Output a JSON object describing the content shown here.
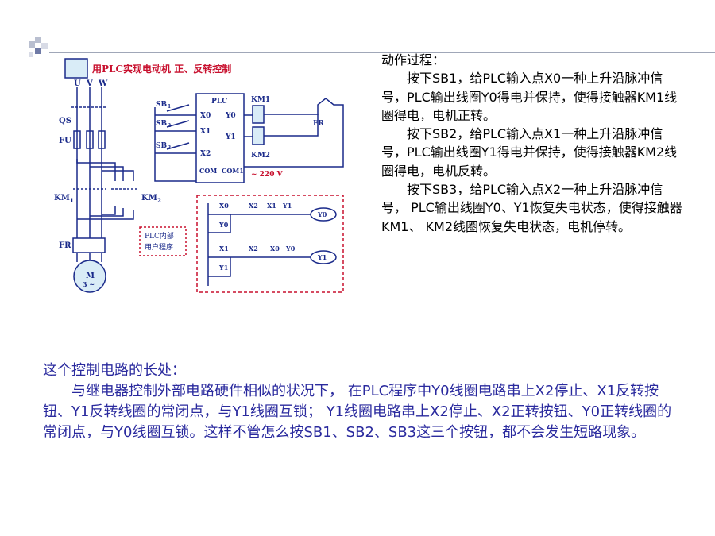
{
  "diagram": {
    "title": "用PLC实现电动机 正、反转控制",
    "phases": [
      "U",
      "V",
      "W"
    ],
    "qs": "QS",
    "fu": "FU",
    "km1": "KM",
    "km1_sub": "1",
    "km2": "KM",
    "km2_sub": "2",
    "fr": "FR",
    "motor": "M",
    "motor_sub": "3 ~",
    "plc_box": "PLC",
    "x0": "X0",
    "x1": "X1",
    "x2": "X2",
    "y0": "Y0",
    "y1": "Y1",
    "com": "COM",
    "com1": "COM1",
    "sb1": "SB",
    "sb1_sub": "1",
    "sb2": "SB",
    "sb2_sub": "2",
    "sb3": "SB",
    "sb3_sub": "3",
    "coil_km1": "KM1",
    "coil_km2": "KM2",
    "fr2": "FR",
    "voltage": "~ 220 V",
    "plc_program_line1": "PLC内部",
    "plc_program_line2": "用户程序",
    "ladder": {
      "r1_c1": "X0",
      "r1_c2": "X2",
      "r1_c3": "X1",
      "r1_c4": "Y1",
      "r1_coil": "Y0",
      "r1_hold": "Y0",
      "r2_c1": "X1",
      "r2_c2": "X2",
      "r2_c3": "X0",
      "r2_c4": "Y0",
      "r2_coil": "Y1",
      "r2_hold": "Y1"
    }
  },
  "right_text": {
    "heading": "动作过程：",
    "p1": "按下SB1，给PLC输入点X0一种上升沿脉冲信号，PLC输出线圈Y0得电并保持，使得接触器KM1线圈得电，电机正转。",
    "p2": "按下SB2，给PLC输入点X1一种上升沿脉冲信号，PLC输出线圈Y1得电并保持，使得接触器KM2线圈得电，电机反转。",
    "p3": "按下SB3，给PLC输入点X2一种上升沿脉冲信号， PLC输出线圈Y0、Y1恢复失电状态，使得接触器KM1、 KM2线圈恢复失电状态，电机停转。"
  },
  "bottom_text": {
    "heading": "这个控制电路的长处：",
    "body": "与继电器控制外部电路硬件相似的状况下， 在PLC程序中Y0线圈电路串上X2停止、X1反转按钮、Y1反转线圈的常闭点，与Y1线圈互锁； Y1线圈电路串上X2停止、X2正转按钮、Y0正转线圈的常闭点，与Y0线圈互锁。这样不管怎么按SB1、SB2、SB3这三个按钮，都不会发生短路现象。"
  },
  "colors": {
    "wire": "#1a2a8a",
    "title": "#c8102e",
    "body_text": "#2a2a9e",
    "accent_border": "#c8102e"
  }
}
